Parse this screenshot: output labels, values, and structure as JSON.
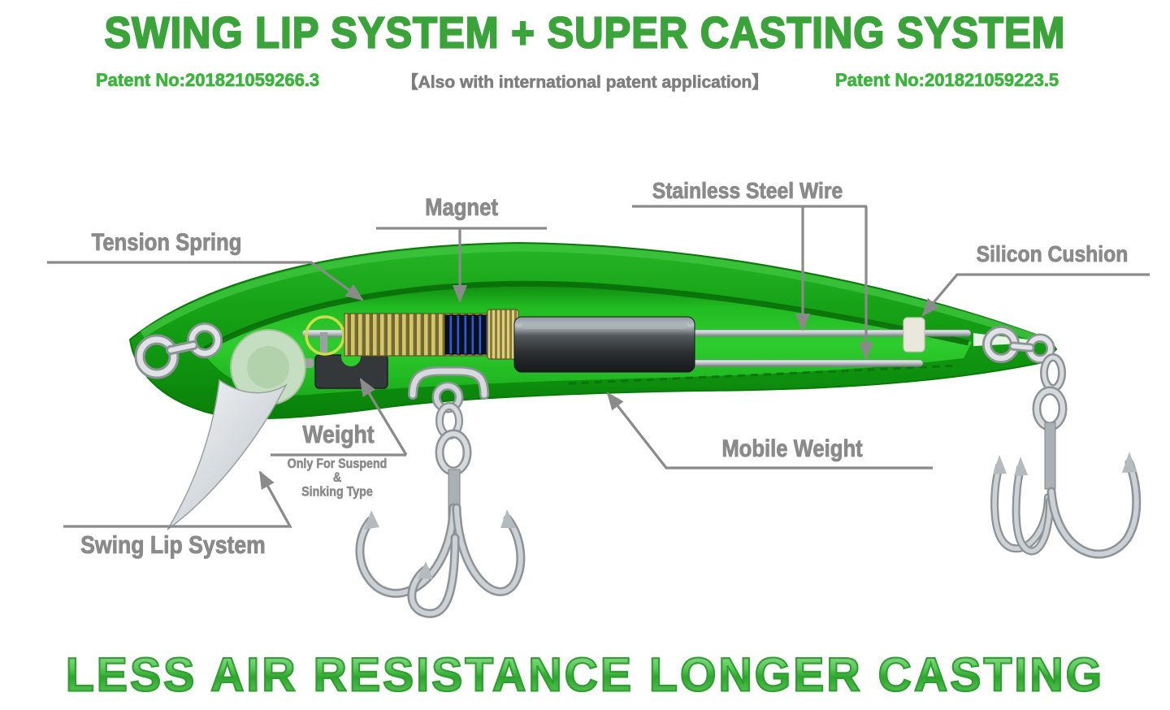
{
  "header": {
    "title": "SWING LIP SYSTEM + SUPER CASTING SYSTEM",
    "patent_left": "Patent No:201821059266.3",
    "note_center": "【Also with international patent application】",
    "patent_right": "Patent No:201821059223.5"
  },
  "diagram": {
    "labels": {
      "tension_spring": "Tension Spring",
      "magnet": "Magnet",
      "stainless_steel_wire": "Stainless Steel Wire",
      "silicon_cushion": "Silicon Cushion",
      "weight": "Weight",
      "weight_note_line1": "Only For Suspend",
      "weight_note_line2": "&",
      "weight_note_line3": "Sinking Type",
      "mobile_weight": "Mobile Weight",
      "swing_lip_system": "Swing Lip System"
    }
  },
  "footer": {
    "tagline": "LESS AIR RESISTANCE LONGER CASTING"
  },
  "colors": {
    "title_green": "#3aa43a",
    "patent_green": "#3db53d",
    "label_gray": "#8a8a8a",
    "note_gray": "#7d7d7d",
    "body_green_dark": "#0f930f",
    "body_green_light": "#2ecd2e",
    "spring_gold": "#d2c56e",
    "magnet_blue": "#2a5cd8",
    "metal_gray": "#c6cbcf",
    "mobile_weight_dark": "#2b2f32",
    "silicon_cushion_cream": "#eae8dc",
    "tagline_green": "#46bc46"
  }
}
